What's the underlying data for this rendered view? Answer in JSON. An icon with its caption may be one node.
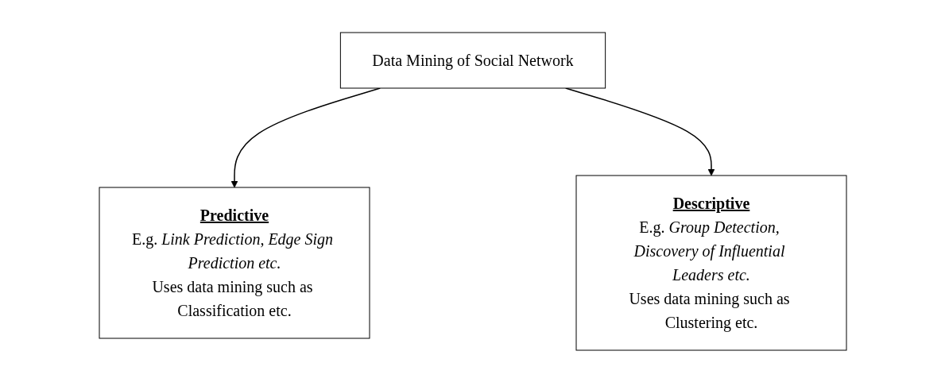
{
  "diagram": {
    "nodes": [
      {
        "text": [
          "Data Mining of Social Network"
        ]
      },
      {
        "text": [
          "Predictive",
          "E.g. *Link Prediction, Edge Sign Prediction etc.*",
          "Uses data mining such as Classification etc."
        ]
      },
      {
        "text": [
          "Descriptive",
          "E.g. *Group Detection, Discovery of Influential Leaders etc.*",
          "Uses data mining such as Clustering etc."
        ]
      }
    ],
    "edges": [
      {
        "from": 0,
        "to": 1,
        "arrow": "to"
      },
      {
        "from": 0,
        "to": 2,
        "arrow": "to"
      }
    ]
  }
}
